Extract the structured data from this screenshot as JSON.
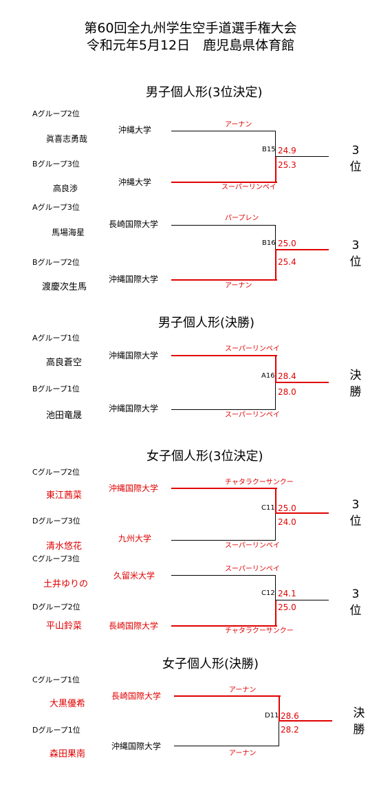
{
  "header": {
    "line1": "第60回全九州学生空手道選手権大会",
    "line2": "令和元年5月12日　鹿児島県体育館"
  },
  "sections": [
    {
      "title": "男子個人形(3位決定)",
      "bouts": [
        {
          "top": {
            "group": "Aグループ2位",
            "name": "眞喜志勇哉",
            "univ": "沖縄大学",
            "kata": "アーナン",
            "score": "24.9"
          },
          "bottom": {
            "group": "Bグループ3位",
            "name": "高良渉",
            "univ": "沖縄大学",
            "kata": "スーパーリンペイ",
            "score": "25.3"
          },
          "match": "B15",
          "result": "3位"
        },
        {
          "top": {
            "group": "Aグループ3位",
            "name": "馬場海星",
            "univ": "長崎国際大学",
            "kata": "パープレン",
            "score": "25.0"
          },
          "bottom": {
            "group": "Bグループ2位",
            "name": "渡慶次生馬",
            "univ": "沖縄国際大学",
            "kata": "アーナン",
            "score": "25.4"
          },
          "match": "B16",
          "result": "3位"
        }
      ]
    },
    {
      "title": "男子個人形(決勝)",
      "bouts": [
        {
          "top": {
            "group": "Aグループ1位",
            "name": "高良蒼空",
            "univ": "沖縄国際大学",
            "kata": "スーパーリンペイ",
            "score": "28.4"
          },
          "bottom": {
            "group": "Bグループ1位",
            "name": "池田竜晟",
            "univ": "沖縄国際大学",
            "kata": "スーパーリンペイ",
            "score": "28.0"
          },
          "match": "A16",
          "result": "決勝"
        }
      ]
    },
    {
      "title": "女子個人形(3位決定)",
      "bouts": [
        {
          "top": {
            "group": "Cグループ2位",
            "name": "東江茜菜",
            "univ": "沖縄国際大学",
            "kata": "チャタラクーサンクー",
            "score": "25.0"
          },
          "bottom": {
            "group": "Dグループ3位",
            "name": "清水悠花",
            "univ": "九州大学",
            "kata": "スーパーリンペイ",
            "score": "24.0"
          },
          "match": "C11",
          "result": "3位"
        },
        {
          "top": {
            "group": "Cグループ3位",
            "name": "土井ゆりの",
            "univ": "久留米大学",
            "kata": "スーパーリンペイ",
            "score": "24.1"
          },
          "bottom": {
            "group": "Dグループ2位",
            "name": "平山鈴菜",
            "univ": "長崎国際大学",
            "kata": "チャタラクーサンクー",
            "score": "25.0"
          },
          "match": "C12",
          "result": "3位"
        }
      ]
    },
    {
      "title": "女子個人形(決勝)",
      "bouts": [
        {
          "top": {
            "group": "Cグループ1位",
            "name": "大黒優希",
            "univ": "長崎国際大学",
            "kata": "アーナン",
            "score": "28.6"
          },
          "bottom": {
            "group": "Dグループ1位",
            "name": "森田果南",
            "univ": "沖縄国際大学",
            "kata": "アーナン",
            "score": "28.2"
          },
          "match": "D11",
          "result": "決勝"
        }
      ]
    }
  ],
  "colors": {
    "winner": "#e00000",
    "line": "#000000"
  }
}
